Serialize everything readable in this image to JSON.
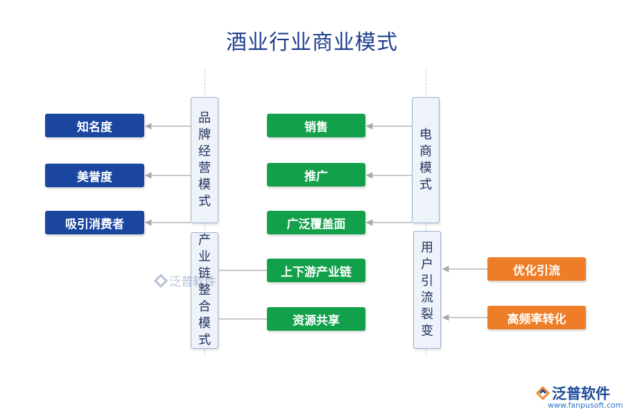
{
  "title": "酒业行业商业模式",
  "left_column": {
    "brand_mode": "品牌经营模式",
    "brand_items": [
      "知名度",
      "美誉度",
      "吸引消费者"
    ],
    "chain_mode": "产业链整合模式",
    "chain_items": [
      "上下游产业链",
      "资源共享"
    ]
  },
  "right_column": {
    "ecommerce_mode": "电商模式",
    "ecommerce_items": [
      "销售",
      "推广",
      "广泛覆盖面"
    ],
    "traffic_mode": "用户引流裂变",
    "traffic_items": [
      "优化引流",
      "高频率转化"
    ]
  },
  "colors": {
    "title": "#1f3e8f",
    "blue_box": "#1a46a0",
    "green_box": "#12a14a",
    "orange_box": "#ee7d28",
    "connector": "#a9a9a9"
  },
  "watermark": {
    "name": "泛普软件",
    "url": "www.fanpusoft.com"
  }
}
